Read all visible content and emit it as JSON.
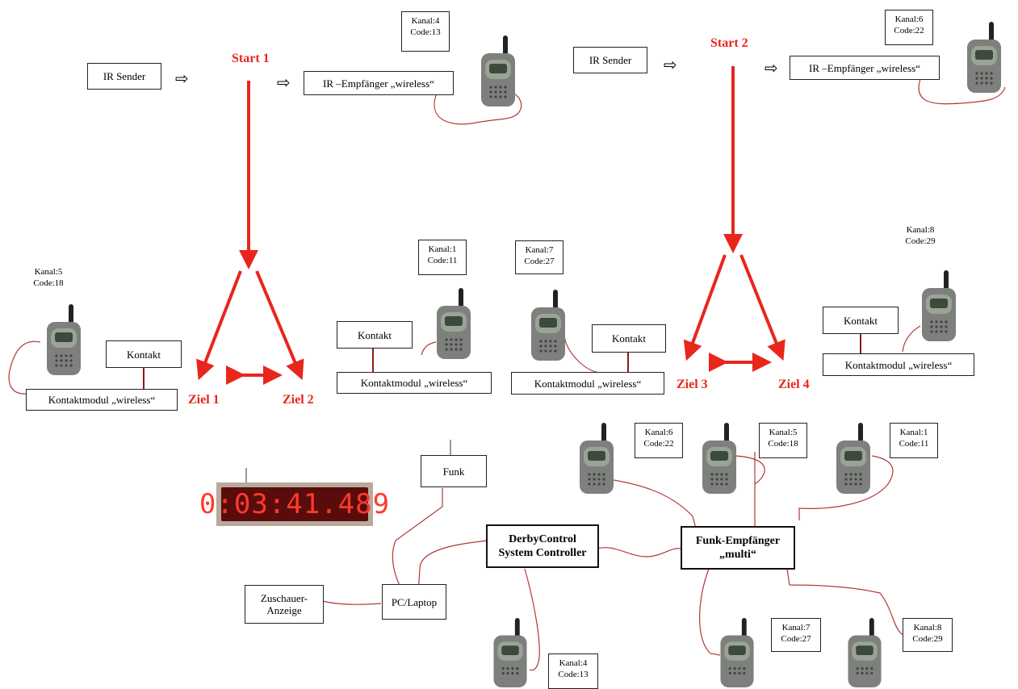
{
  "labels": {
    "ir_sender": "IR Sender",
    "start_1": "Start 1",
    "start_2": "Start 2",
    "ir_empfaenger": "IR –Empfänger „wireless“",
    "ziel_1": "Ziel 1",
    "ziel_2": "Ziel 2",
    "ziel_3": "Ziel 3",
    "ziel_4": "Ziel 4",
    "kontakt": "Kontakt",
    "kontaktmodul": "Kontaktmodul „wireless“",
    "funk": "Funk",
    "pc_laptop": "PC/Laptop",
    "zuschauer_line1": "Zuschauer-",
    "zuschauer_line2": "Anzeige",
    "derby_line1": "DerbyControl",
    "derby_line2": "System Controller",
    "funk_empf_line1": "Funk-Empfänger",
    "funk_empf_line2": "„multi“",
    "timer_display": "0:03:41.489"
  },
  "channels": {
    "k4c13_top": {
      "kanal": "Kanal:4",
      "code": "Code:13"
    },
    "k6c22_top": {
      "kanal": "Kanal:6",
      "code": "Code:22"
    },
    "k5c18_left": {
      "kanal": "Kanal:5",
      "code": "Code:18"
    },
    "k1c11_mid": {
      "kanal": "Kanal:1",
      "code": "Code:11"
    },
    "k7c27_mid": {
      "kanal": "Kanal:7",
      "code": "Code:27"
    },
    "k8c29_right": {
      "kanal": "Kanal:8",
      "code": "Code:29"
    },
    "k6c22_bot": {
      "kanal": "Kanal:6",
      "code": "Code:22"
    },
    "k5c18_bot": {
      "kanal": "Kanal:5",
      "code": "Code:18"
    },
    "k1c11_bot": {
      "kanal": "Kanal:1",
      "code": "Code:11"
    },
    "k7c27_bot": {
      "kanal": "Kanal:7",
      "code": "Code:27"
    },
    "k8c29_bot": {
      "kanal": "Kanal:8",
      "code": "Code:29"
    },
    "k4c13_bot": {
      "kanal": "Kanal:4",
      "code": "Code:13"
    }
  },
  "colors": {
    "accent_red": "#e8261c",
    "wire": "#b03a3a",
    "radio_body": "#7d807c",
    "radio_face": "#9aa396",
    "radio_screen": "#3b4a3c",
    "led_red": "#ff3a2a"
  },
  "icons": {
    "radio": "walkie-talkie-icon",
    "outline_arrow": "outline-right-arrow-icon",
    "timer": "led-timer-display"
  }
}
